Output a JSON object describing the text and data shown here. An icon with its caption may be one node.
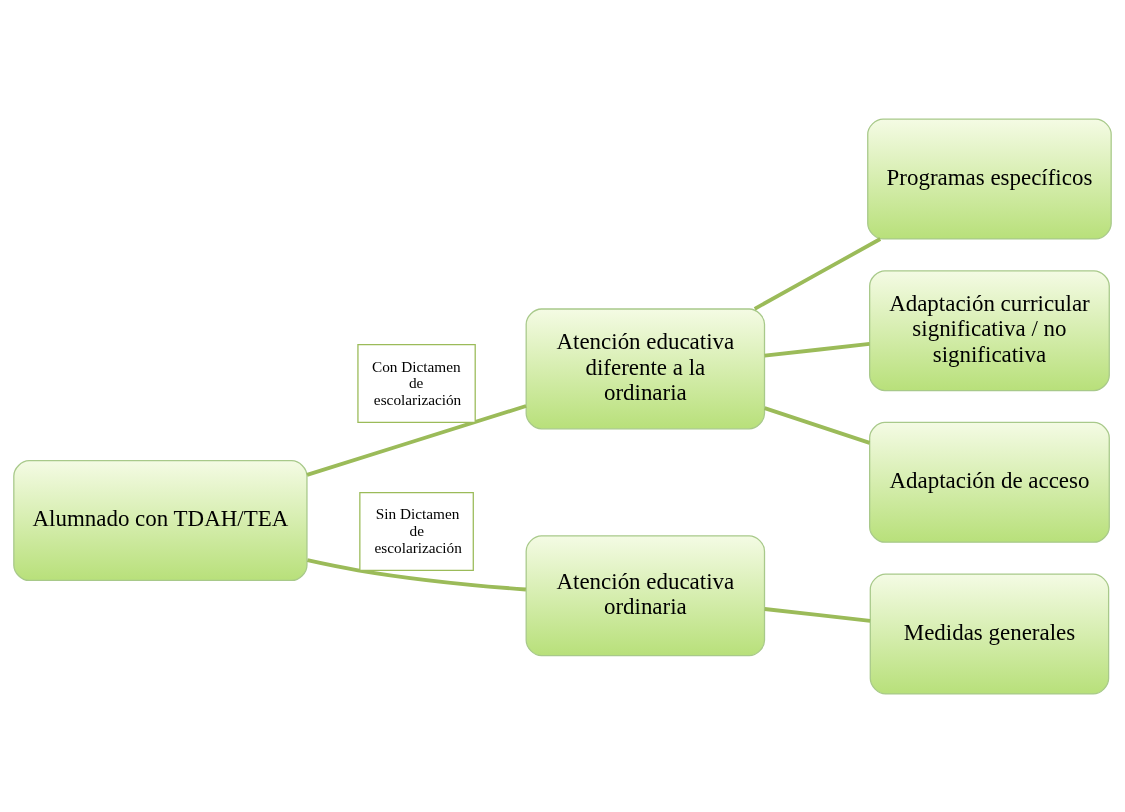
{
  "diagram": {
    "nodes": [
      {
        "text": [
          "Alumnado con TDAH/TEA"
        ]
      },
      {
        "text": [
          "Atención educativa diferente a la ordinaria"
        ]
      },
      {
        "text": [
          "Atención educativa ordinaria"
        ]
      },
      {
        "text": [
          "Programas específicos"
        ]
      },
      {
        "text": [
          "Adaptación curricular significativa / no significativa"
        ]
      },
      {
        "text": [
          "Adaptación de acceso"
        ]
      },
      {
        "text": [
          "Medidas generales"
        ]
      }
    ],
    "edges": [
      {
        "from": 0,
        "to": 1,
        "arrow": "none",
        "label": "Con Dictamen de escolarización"
      },
      {
        "from": 0,
        "to": 2,
        "arrow": "none",
        "label": "Sin Dictamen de escolarización"
      },
      {
        "from": 1,
        "to": 3,
        "arrow": "none"
      },
      {
        "from": 1,
        "to": 4,
        "arrow": "none"
      },
      {
        "from": 1,
        "to": 5,
        "arrow": "none"
      },
      {
        "from": 2,
        "to": 6,
        "arrow": "none"
      }
    ]
  }
}
